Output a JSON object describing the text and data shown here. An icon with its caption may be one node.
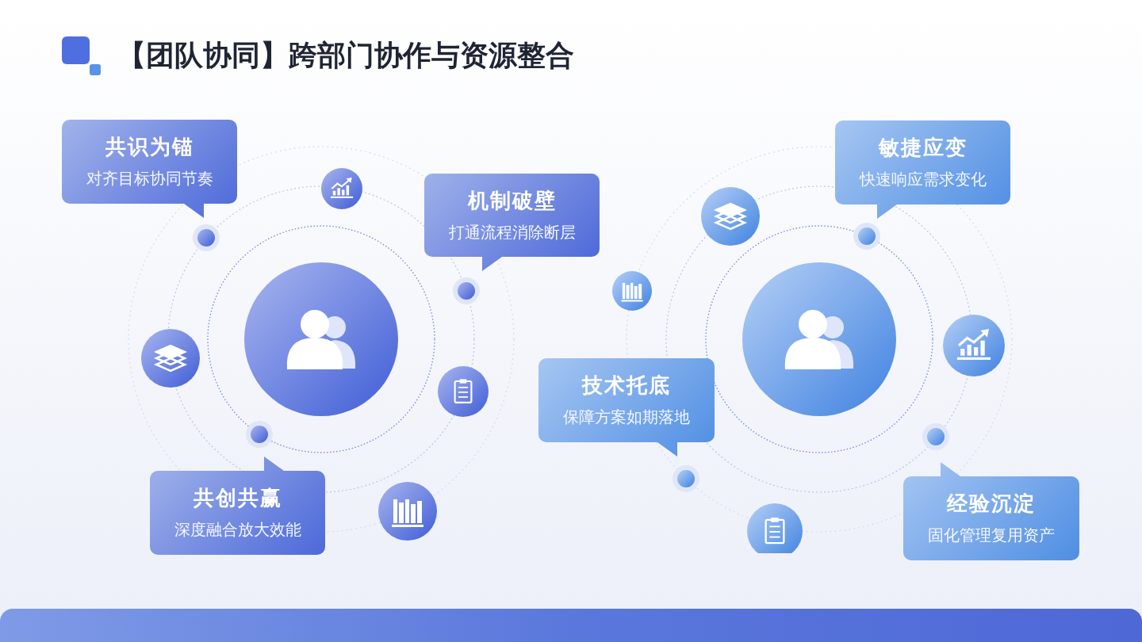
{
  "diagram": {
    "title": "【团队协同】跨部门协作与资源整合",
    "nodes": [
      {
        "text": [
          "共识为锚",
          "对齐目标协同节奏"
        ]
      },
      {
        "text": [
          "机制破壁",
          "打通流程消除断层"
        ]
      },
      {
        "text": [
          "共创共赢",
          "深度融合放大效能"
        ]
      },
      {
        "text": [
          "敏捷应变",
          "快速响应需求变化"
        ]
      },
      {
        "text": [
          "技术托底",
          "保障方案如期落地"
        ]
      },
      {
        "text": [
          "经验沉淀",
          "固化管理复用资产"
        ]
      }
    ]
  }
}
